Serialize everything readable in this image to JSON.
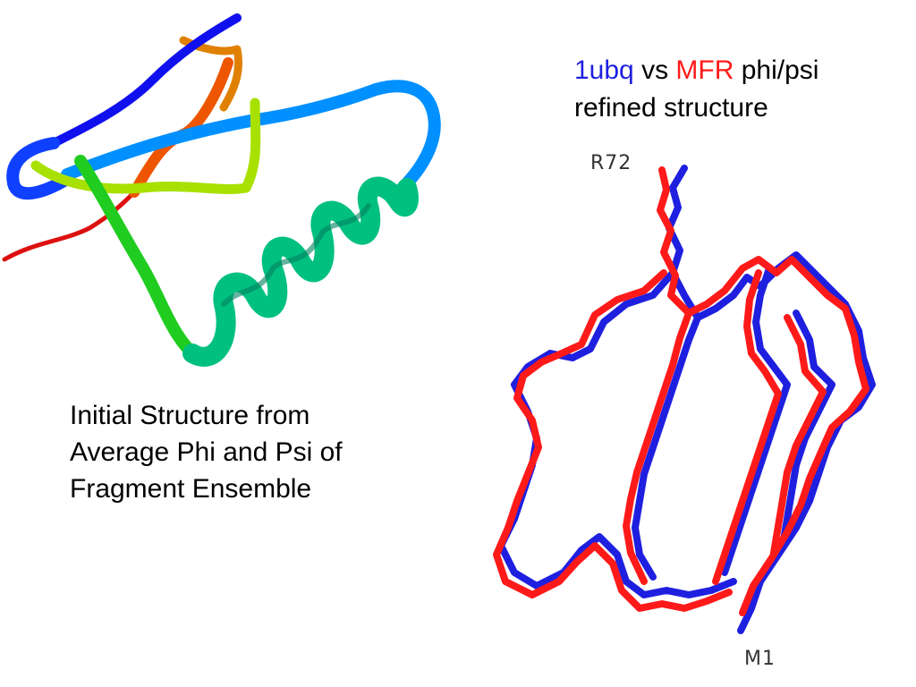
{
  "left_caption": "Initial Structure from\nAverage Phi and Psi of\nFragment Ensemble",
  "right_title": {
    "part1": "1ubq",
    "part2": " vs ",
    "part3": "MFR",
    "part4": " phi/psi",
    "line2": "refined structure"
  },
  "labels": {
    "top_residue": "R72",
    "bottom_residue": "M1"
  },
  "colors": {
    "series_1ubq": "#1f1fe0",
    "series_mfr": "#ff1a1a",
    "text": "#000000"
  }
}
